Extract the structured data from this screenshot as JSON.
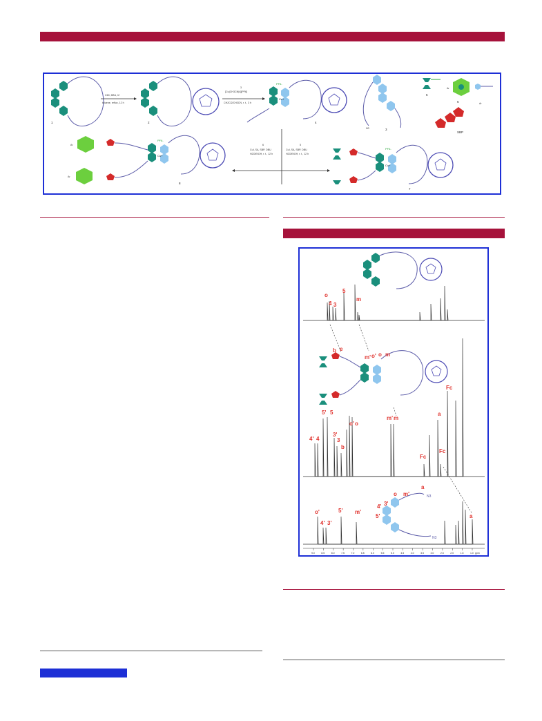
{
  "colors": {
    "header_bar": "#a6123b",
    "figure_border": "#1d2fd6",
    "porphyrin_green": "#6ccf3e",
    "phenanthroline_teal": "#1a8f7c",
    "bipyridine_blue": "#8fc6ee",
    "fullerene_purple": "#4b4ab4",
    "sbp_red": "#d42a2a",
    "label_red": "#e0332e"
  },
  "scheme": {
    "compounds": [
      "1",
      "2",
      "3",
      "4",
      "5",
      "6",
      "7",
      "8",
      "SBP"
    ],
    "step1": {
      "above": "C60, DBU, I2",
      "below": "toluene, reflux, 12 h"
    },
    "step2": {
      "num": "3",
      "reagent": "[Cu(CH3CN)4][PF6]",
      "solvent": "CH2Cl2/CH3CN, r. t., 3 h"
    },
    "step3": {
      "num": "6",
      "line1": "CuI, SA, SBP, DBU",
      "line2": "H2O/EtOH, r. t., 12 h"
    },
    "step4": {
      "num": "5",
      "line1": "CuI, SA, SBP, DBU",
      "line2": "H2O/EtOH, r. t., 12 h"
    },
    "labels": {
      "pf6": "PF6-",
      "cu": "Cu+",
      "ar": "Ar",
      "n3": "N3"
    }
  },
  "nmr": {
    "top_labels": [
      "o",
      "4",
      "3",
      "5",
      "m"
    ],
    "mid_labels": [
      "b",
      "e",
      "m'",
      "o'",
      "o",
      "m",
      "4'",
      "4",
      "5'",
      "5",
      "3'",
      "3",
      "b",
      "o'",
      "o",
      "m'",
      "m",
      "Fc",
      "a",
      "Fc",
      "Fc"
    ],
    "bot_labels": [
      "o'",
      "4'",
      "3'",
      "5'",
      "m'",
      "a",
      "4'",
      "3'",
      "5'",
      "o",
      "m'",
      "a",
      "N3",
      "N3"
    ],
    "axis_ticks": [
      "9.0",
      "8.5",
      "8.0",
      "7.5",
      "7.0",
      "6.5",
      "6.0",
      "5.5",
      "5.0",
      "4.5",
      "4.0",
      "3.5",
      "3.0",
      "2.5",
      "2.0",
      "1.5",
      "1.0"
    ],
    "axis_unit": "ppm"
  }
}
